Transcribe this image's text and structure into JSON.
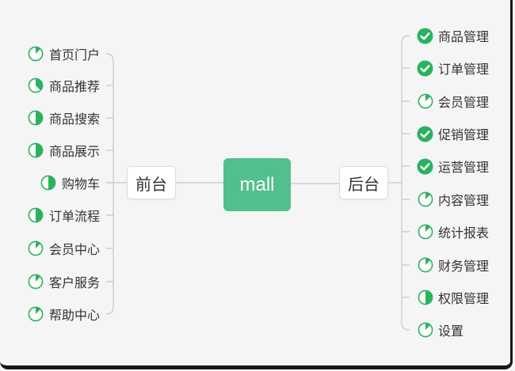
{
  "diagram": {
    "central_topic": "mall",
    "left_branch": {
      "label": "前台",
      "items": [
        {
          "label": "首页门户",
          "icon": "pie-1-8"
        },
        {
          "label": "商品推荐",
          "icon": "pie-3-8"
        },
        {
          "label": "商品搜索",
          "icon": "pie-1-2"
        },
        {
          "label": "商品展示",
          "icon": "pie-1-2"
        },
        {
          "label": "购物车",
          "icon": "pie-1-2"
        },
        {
          "label": "订单流程",
          "icon": "pie-1-2"
        },
        {
          "label": "会员中心",
          "icon": "pie-1-8"
        },
        {
          "label": "客户服务",
          "icon": "pie-1-8"
        },
        {
          "label": "帮助中心",
          "icon": "pie-1-8"
        }
      ]
    },
    "right_branch": {
      "label": "后台",
      "items": [
        {
          "label": "商品管理",
          "icon": "check"
        },
        {
          "label": "订单管理",
          "icon": "check"
        },
        {
          "label": "会员管理",
          "icon": "pie-1-8"
        },
        {
          "label": "促销管理",
          "icon": "check"
        },
        {
          "label": "运营管理",
          "icon": "check"
        },
        {
          "label": "内容管理",
          "icon": "pie-1-8"
        },
        {
          "label": "统计报表",
          "icon": "pie-1-8"
        },
        {
          "label": "财务管理",
          "icon": "pie-1-8"
        },
        {
          "label": "权限管理",
          "icon": "pie-1-2"
        },
        {
          "label": "设置",
          "icon": "pie-1-8"
        }
      ]
    }
  },
  "colors": {
    "background": "#f5f5f6",
    "frame_border": "#17171c",
    "line": "#c4c7ca",
    "text": "#333333",
    "node_border": "#dcdcdc",
    "mall_green": "#52c08c",
    "icon_green": "#2bb25f"
  }
}
